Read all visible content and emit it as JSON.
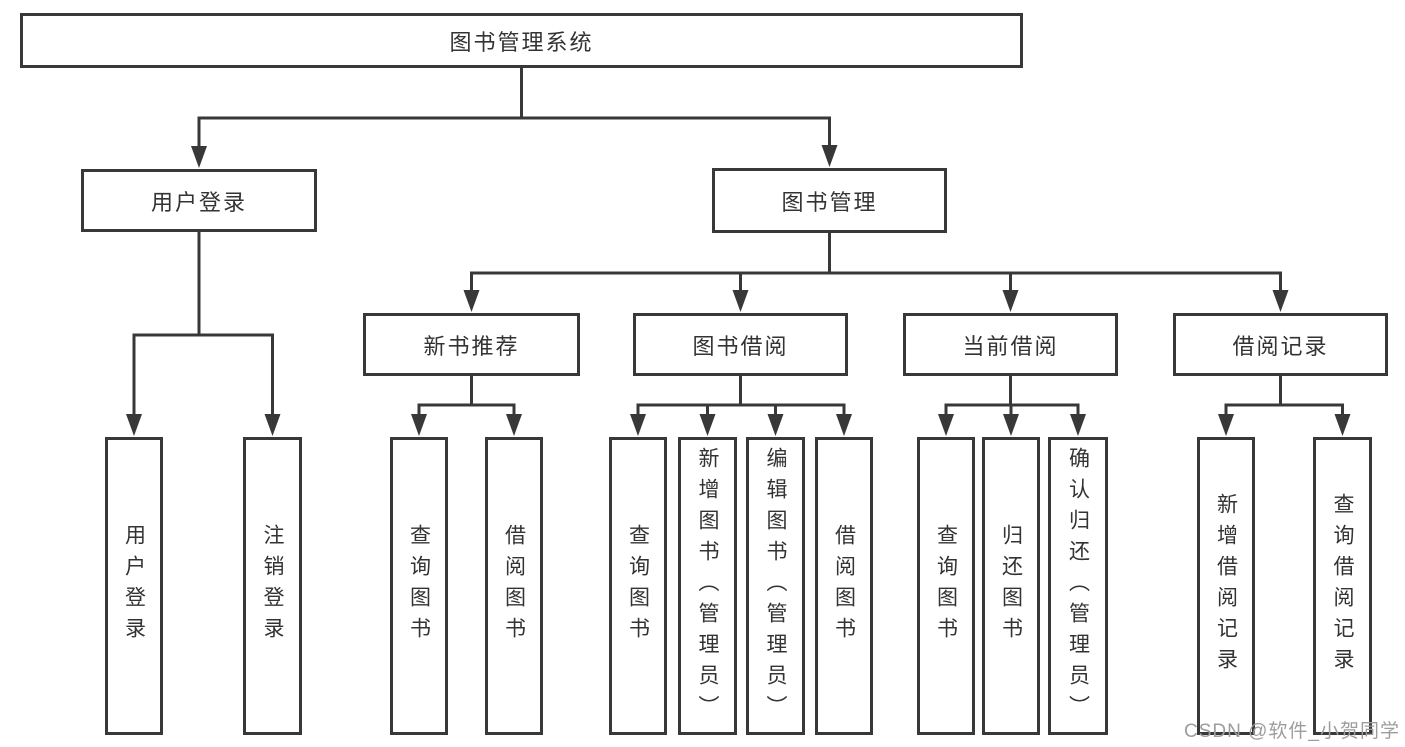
{
  "watermark": "CSDN @软件_小贺同学",
  "colors": {
    "line": "#383838",
    "box_border": "#383838",
    "text": "#333333",
    "background": "#ffffff",
    "watermark": "#9d9d9d"
  },
  "tree": {
    "id": "root",
    "label": "图书管理系统",
    "children": [
      {
        "id": "user-login-group",
        "label": "用户登录",
        "children": [
          {
            "id": "user-login",
            "label": "用户登录"
          },
          {
            "id": "logout",
            "label": "注销登录"
          }
        ]
      },
      {
        "id": "book-mgmt",
        "label": "图书管理",
        "children": [
          {
            "id": "new-book-recommend",
            "label": "新书推荐",
            "children": [
              {
                "id": "nb-query",
                "label": "查询图书"
              },
              {
                "id": "nb-borrow",
                "label": "借阅图书"
              }
            ]
          },
          {
            "id": "book-borrow",
            "label": "图书借阅",
            "children": [
              {
                "id": "bb-query",
                "label": "查询图书"
              },
              {
                "id": "bb-add",
                "label": "新增图书（管理员）"
              },
              {
                "id": "bb-edit",
                "label": "编辑图书（管理员）"
              },
              {
                "id": "bb-borrow",
                "label": "借阅图书"
              }
            ]
          },
          {
            "id": "current-borrow",
            "label": "当前借阅",
            "children": [
              {
                "id": "cb-query",
                "label": "查询图书"
              },
              {
                "id": "cb-return",
                "label": "归还图书"
              },
              {
                "id": "cb-confirm",
                "label": "确认归还（管理员）"
              }
            ]
          },
          {
            "id": "borrow-records",
            "label": "借阅记录",
            "children": [
              {
                "id": "br-add",
                "label": "新增借阅记录"
              },
              {
                "id": "br-query",
                "label": "查询借阅记录"
              }
            ]
          }
        ]
      }
    ]
  }
}
